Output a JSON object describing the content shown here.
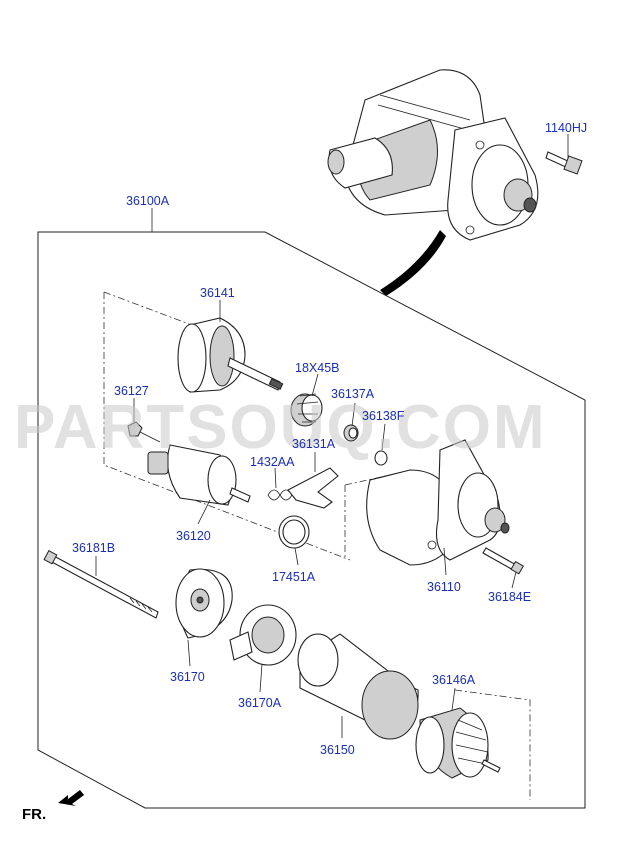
{
  "watermark": "PARTSOUQ.COM",
  "direction_label": "FR.",
  "parts": {
    "p1140HJ": "1140HJ",
    "p36100A": "36100A",
    "p36141": "36141",
    "p18X45B": "18X45B",
    "p36127": "36127",
    "p36137A": "36137A",
    "p36138F": "36138F",
    "p36131A": "36131A",
    "p1432AA": "1432AA",
    "p36120": "36120",
    "p17451A": "17451A",
    "p36110": "36110",
    "p36184E": "36184E",
    "p36181B": "36181B",
    "p36170": "36170",
    "p36170A": "36170A",
    "p36150": "36150",
    "p36146A": "36146A"
  }
}
